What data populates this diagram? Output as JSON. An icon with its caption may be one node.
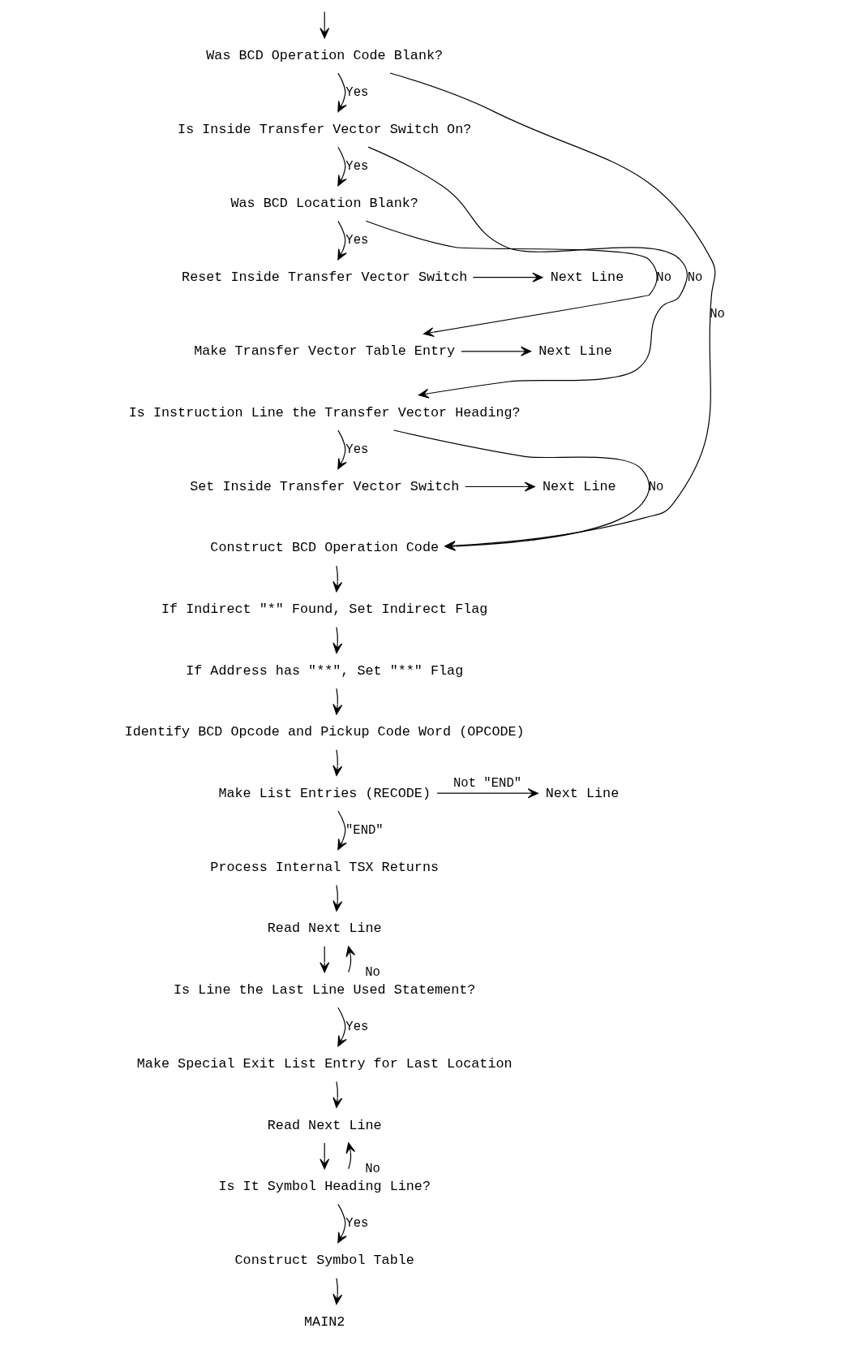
{
  "diagram": {
    "nodes": [
      {
        "text": [
          "Was BCD Operation Code Blank?"
        ]
      },
      {
        "text": [
          "Is Inside Transfer Vector Switch On?"
        ]
      },
      {
        "text": [
          "Was BCD Location Blank?"
        ]
      },
      {
        "text": [
          "Reset Inside Transfer Vector Switch"
        ]
      },
      {
        "text": [
          "Next Line"
        ]
      },
      {
        "text": [
          "Make Transfer Vector Table Entry"
        ]
      },
      {
        "text": [
          "Next Line"
        ]
      },
      {
        "text": [
          "Is Instruction Line the Transfer Vector Heading?"
        ]
      },
      {
        "text": [
          "Set Inside Transfer Vector Switch"
        ]
      },
      {
        "text": [
          "Next Line"
        ]
      },
      {
        "text": [
          "Construct BCD Operation Code"
        ]
      },
      {
        "text": [
          "If Indirect \"*\" Found, Set Indirect Flag"
        ]
      },
      {
        "text": [
          "If Address has \"**\", Set \"**\" Flag"
        ]
      },
      {
        "text": [
          "Identify BCD Opcode and Pickup Code Word (OPCODE)"
        ]
      },
      {
        "text": [
          "Make List Entries (RECODE)"
        ]
      },
      {
        "text": [
          "Next Line"
        ]
      },
      {
        "text": [
          "Process Internal TSX Returns"
        ]
      },
      {
        "text": [
          "Read Next Line"
        ]
      },
      {
        "text": [
          "Is Line the Last Line Used Statement?"
        ]
      },
      {
        "text": [
          "Make Special Exit List Entry for Last Location"
        ]
      },
      {
        "text": [
          "Read Next Line"
        ]
      },
      {
        "text": [
          "Is It Symbol Heading Line?"
        ]
      },
      {
        "text": [
          "Construct Symbol Table"
        ]
      },
      {
        "text": [
          "MAIN2"
        ]
      }
    ],
    "edges": [
      {
        "from": null,
        "to": 0,
        "arrow": "to"
      },
      {
        "from": 0,
        "to": 1,
        "arrow": "to",
        "label": "Yes"
      },
      {
        "from": 0,
        "to": 10,
        "arrow": "to",
        "label": "No"
      },
      {
        "from": 1,
        "to": 2,
        "arrow": "to",
        "label": "Yes"
      },
      {
        "from": 1,
        "to": 7,
        "arrow": "to",
        "label": "No"
      },
      {
        "from": 2,
        "to": 3,
        "arrow": "to",
        "label": "Yes"
      },
      {
        "from": 2,
        "to": 5,
        "arrow": "to",
        "label": "No"
      },
      {
        "from": 3,
        "to": 4,
        "arrow": "to"
      },
      {
        "from": 5,
        "to": 6,
        "arrow": "to"
      },
      {
        "from": 7,
        "to": 8,
        "arrow": "to",
        "label": "Yes"
      },
      {
        "from": 7,
        "to": 10,
        "arrow": "to",
        "label": "No"
      },
      {
        "from": 8,
        "to": 9,
        "arrow": "to"
      },
      {
        "from": 10,
        "to": 11,
        "arrow": "to"
      },
      {
        "from": 11,
        "to": 12,
        "arrow": "to"
      },
      {
        "from": 12,
        "to": 13,
        "arrow": "to"
      },
      {
        "from": 13,
        "to": 14,
        "arrow": "to"
      },
      {
        "from": 14,
        "to": 15,
        "arrow": "to",
        "label": "Not \"END\""
      },
      {
        "from": 14,
        "to": 16,
        "arrow": "to",
        "label": "\"END\""
      },
      {
        "from": 16,
        "to": 17,
        "arrow": "to"
      },
      {
        "from": 17,
        "to": 18,
        "arrow": "to"
      },
      {
        "from": 18,
        "to": 17,
        "arrow": "to",
        "label": "No"
      },
      {
        "from": 18,
        "to": 19,
        "arrow": "to",
        "label": "Yes"
      },
      {
        "from": 19,
        "to": 20,
        "arrow": "to"
      },
      {
        "from": 20,
        "to": 21,
        "arrow": "to"
      },
      {
        "from": 21,
        "to": 20,
        "arrow": "to",
        "label": "No"
      },
      {
        "from": 21,
        "to": 22,
        "arrow": "to",
        "label": "Yes"
      },
      {
        "from": 22,
        "to": 23,
        "arrow": "to"
      }
    ]
  }
}
